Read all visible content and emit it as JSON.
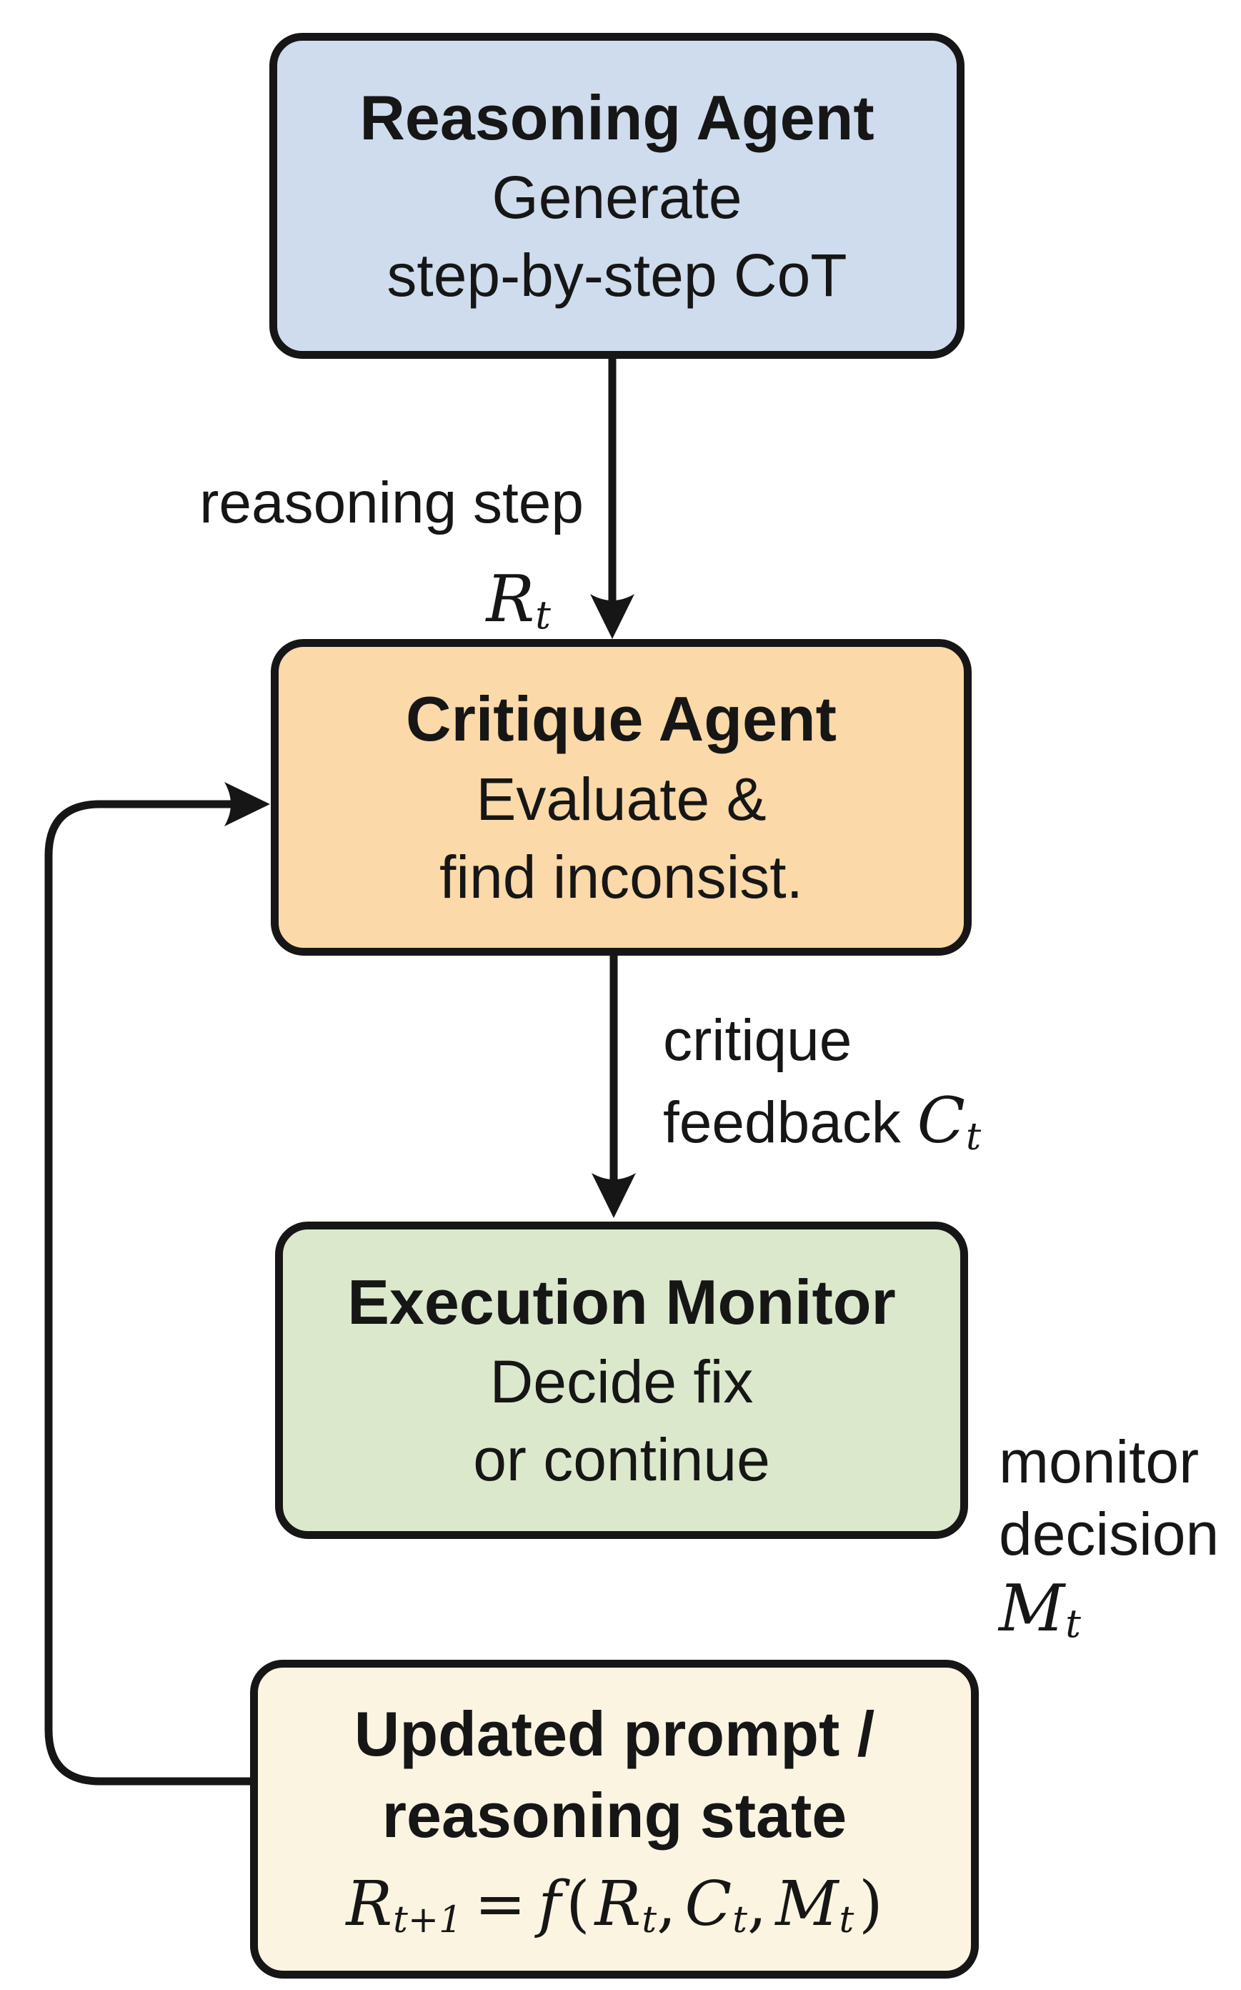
{
  "diagram": {
    "background_color": "#ffffff",
    "line_color": "#161616",
    "boxes": [
      {
        "id": "reasoning-agent",
        "title": "Reasoning Agent",
        "lines": [
          "Generate",
          "step-by-step CoT"
        ],
        "fill": "#cfdcee"
      },
      {
        "id": "critique-agent",
        "title": "Critique Agent",
        "lines": [
          "Evaluate &",
          "find inconsist."
        ],
        "fill": "#fbd9a8"
      },
      {
        "id": "execution-monitor",
        "title": "Execution Monitor",
        "lines": [
          "Decide fix",
          "or continue"
        ],
        "fill": "#dbe8cc"
      },
      {
        "id": "updated-prompt",
        "title_line1": "Updated prompt /",
        "title_line2": "reasoning state",
        "fill": "#faf4e1"
      }
    ],
    "formula": {
      "lhs_base": "R",
      "lhs_sub": "t+1",
      "equals": "=",
      "func": "f",
      "open": "(",
      "arg1_base": "R",
      "arg1_sub": "t",
      "comma1": ",",
      "arg2_base": "C",
      "arg2_sub": "t",
      "comma2": ",",
      "arg3_base": "M",
      "arg3_sub": "t",
      "close": ")"
    },
    "edge_labels": {
      "reasoning_step": {
        "text": "reasoning step",
        "symbol_base": "R",
        "symbol_sub": "t"
      },
      "critique_feedback": {
        "line1": "critique",
        "line2": "feedback",
        "symbol_base": "C",
        "symbol_sub": "t"
      },
      "monitor_decision": {
        "line1": "monitor",
        "line2": "decision",
        "symbol_base": "M",
        "symbol_sub": "t"
      }
    }
  }
}
